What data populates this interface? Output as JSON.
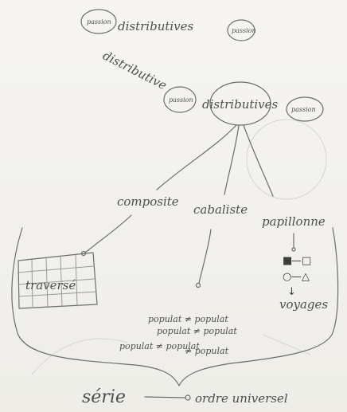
{
  "top": {
    "left_bubble": "passion",
    "title": "distributives",
    "right_bubble": "passion"
  },
  "diagonal_label": "distributive",
  "middle": {
    "left_bubble": "passion",
    "title": "distributives",
    "right_bubble": "passion"
  },
  "branches": {
    "left": "composite",
    "center": "cabaliste",
    "right": "papillonne"
  },
  "grid_label": "traversé",
  "right_symbols": {
    "row1_a": "■",
    "row1_b": "—□",
    "row2_a": "○",
    "row2_b": "—△",
    "arrow": "↓",
    "bottom": "voyages"
  },
  "formulas": [
    "populat ≠ populat",
    "populat ≠ populat",
    "populat ≠ populat",
    "≠ populat"
  ],
  "bottom": {
    "left": "série",
    "right": "ordre universel"
  }
}
